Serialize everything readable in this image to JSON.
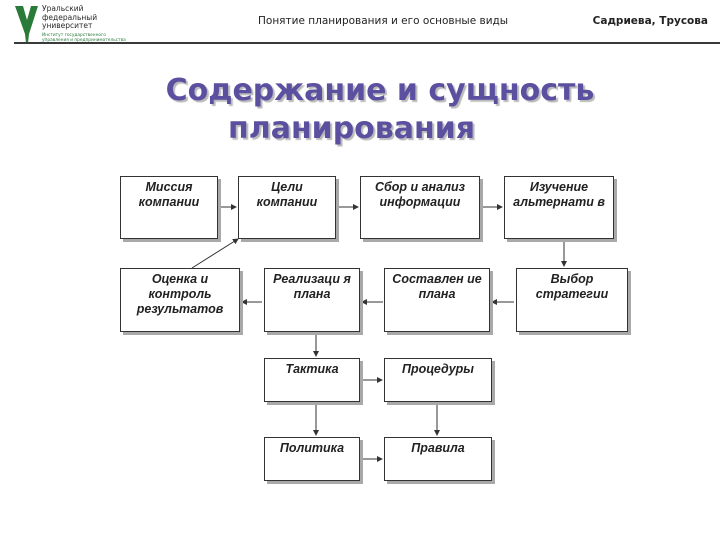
{
  "header": {
    "logo_name_lines": [
      "Уральский",
      "федеральный",
      "университет"
    ],
    "logo_sub_lines": [
      "Институт государственного",
      "управления и предпринимательства"
    ],
    "topic": "Понятие планирования и его основные виды",
    "authors": "Садриева, Трусова"
  },
  "title": {
    "line1": "Содержание и сущность",
    "line2": "планирования"
  },
  "diagram": {
    "mission": "Миссия компании",
    "goals": "Цели компании",
    "collect": "Сбор и анализ информации",
    "alternatives": "Изучение альтернати в",
    "strategy": "Выбор стратегии",
    "compose": "Составлен ие плана",
    "implement": "Реализаци я плана",
    "evaluate": "Оценка и контроль результатов",
    "tactics": "Тактика",
    "procedures": "Процедуры",
    "policy": "Политика",
    "rules": "Правила"
  },
  "colors": {
    "title": "#5b4fa0",
    "logo_green": "#2a7a3a",
    "border": "#333333"
  }
}
